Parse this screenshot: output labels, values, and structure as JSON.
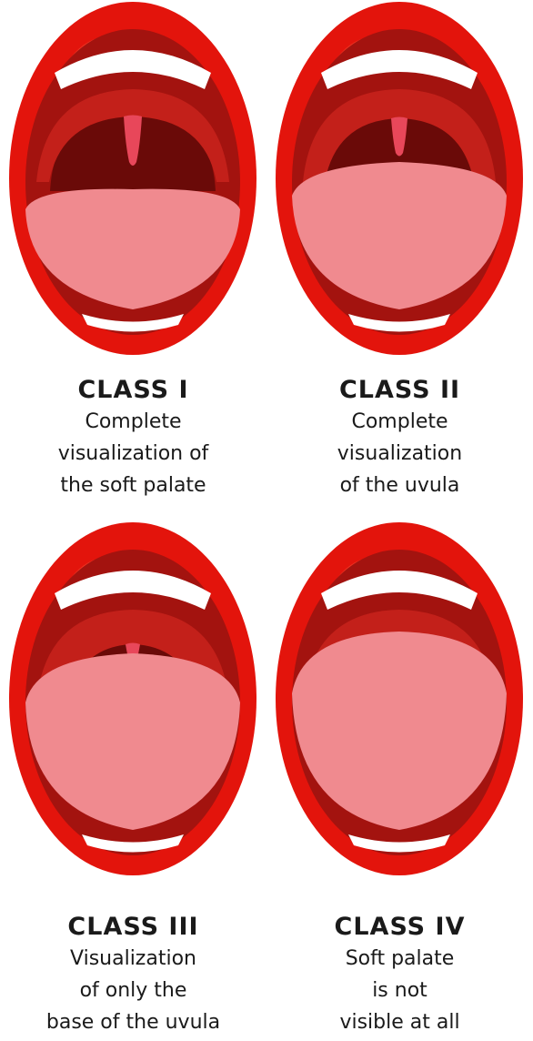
{
  "panels": [
    {
      "title": "CLASS I",
      "lines": [
        "Complete",
        "visualization of",
        "the soft palate"
      ],
      "visibility": "soft-palate-and-full-uvula"
    },
    {
      "title": "CLASS II",
      "lines": [
        "Complete",
        "visualization",
        "of the uvula"
      ],
      "visibility": "uvula"
    },
    {
      "title": "CLASS III",
      "lines": [
        "Visualization",
        "of only the",
        "base of the uvula"
      ],
      "visibility": "uvula-base"
    },
    {
      "title": "CLASS IV",
      "lines": [
        "Soft palate",
        "is not",
        "visible at all"
      ],
      "visibility": "none"
    }
  ],
  "colors": {
    "lips": "#e3140c",
    "lips_highlight": "#ff6a4a",
    "mouth_inner": "#a3130f",
    "throat": "#6a0a08",
    "tongue": "#f08a8f",
    "uvula": "#e8475a",
    "teeth": "#ffffff"
  }
}
